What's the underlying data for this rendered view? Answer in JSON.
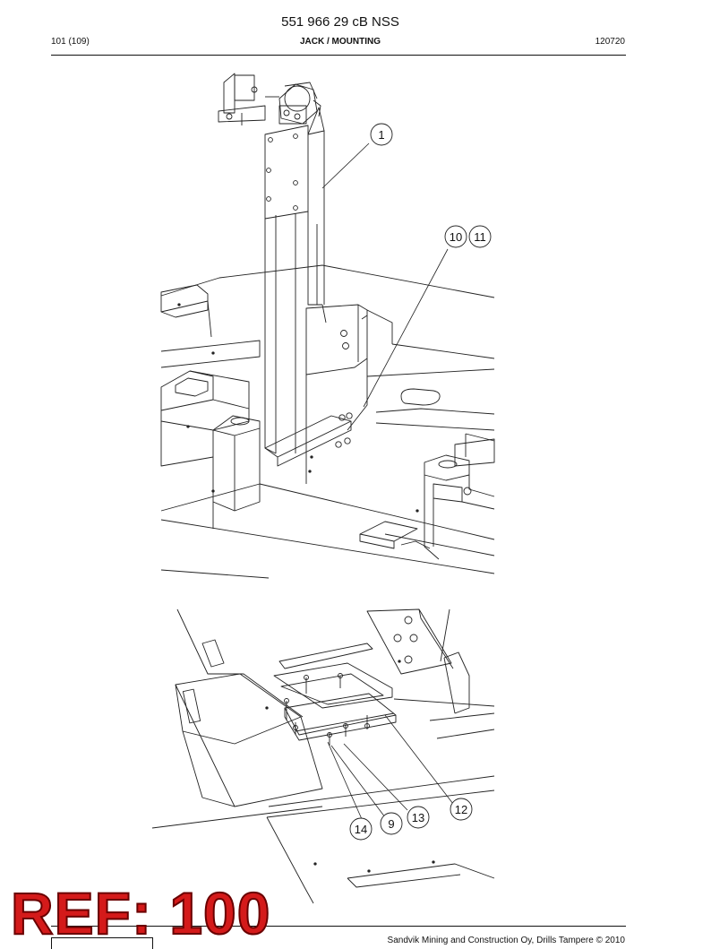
{
  "document": {
    "title": "551 966 29 cB NSS",
    "page_ref": "101 (109)",
    "section": "JACK / MOUNTING",
    "code": "120720"
  },
  "callouts": {
    "c1": "1",
    "c10": "10",
    "c11": "11",
    "c12": "12",
    "c13": "13",
    "c9": "9",
    "c14": "14"
  },
  "stamp": {
    "text": "REF: 100",
    "color": "#d41a1a"
  },
  "footer": {
    "copyright": "Sandvik Mining and Construction Oy, Drills Tampere © 2010"
  }
}
